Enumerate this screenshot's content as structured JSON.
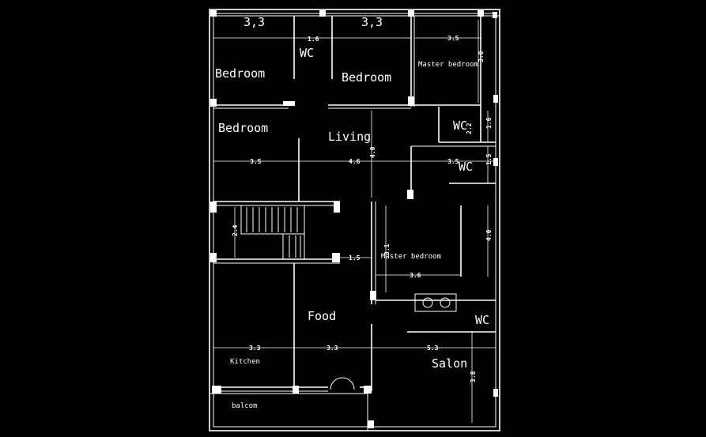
{
  "rooms": {
    "bedroom_top_left": "Bedroom",
    "wc_top": "WC",
    "bedroom_top_mid": "Bedroom",
    "master_bedroom_top": "Master bedroom",
    "wc_right_1": "WC",
    "bedroom_left": "Bedroom",
    "living": "Living",
    "wc_right_2": "WC",
    "master_bedroom_mid": "Master bedroom",
    "food": "Food",
    "wc_right_3": "WC",
    "kitchen": "Kitchen",
    "salon": "Salon",
    "balcony": "balcom"
  },
  "dimensions": {
    "top_left_width": "3,3",
    "top_mid_width": "3,3",
    "wc_width": "1.6",
    "master_top_width": "3.5",
    "master_top_height": "3.0",
    "wc_right_1_height": "1.6",
    "wc_right_1_width": "2.2",
    "row2_left": "3.5",
    "row2_mid": "4.6",
    "row2_right": "3.5",
    "living_height": "4.0",
    "wc_right_2_height": "1.5",
    "stair_height": "2.4",
    "master_mid_height": "3.1",
    "corridor_width": "1.5",
    "master_mid_right_height": "4.0",
    "master_mid_width": "3.6",
    "row4_left": "3.3",
    "row4_mid": "3.3",
    "row4_right": "5.3",
    "salon_height": "3.8"
  }
}
